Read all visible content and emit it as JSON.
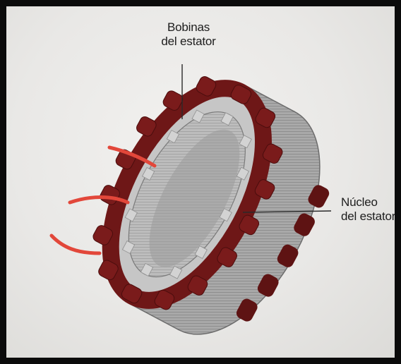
{
  "labels": {
    "stator_coils": {
      "line1": "Bobinas",
      "line2": "del estator"
    },
    "stator_core": {
      "line1": "Núcleo",
      "line2": "del estator"
    }
  },
  "colors": {
    "coil": "#6e1717",
    "coil_dark": "#4a0d0d",
    "core_light": "#b9b9b9",
    "core_dark": "#8a8a8a",
    "wire": "#e2473a",
    "frame": "#0b0b0b",
    "paper": "#ecebe9"
  }
}
